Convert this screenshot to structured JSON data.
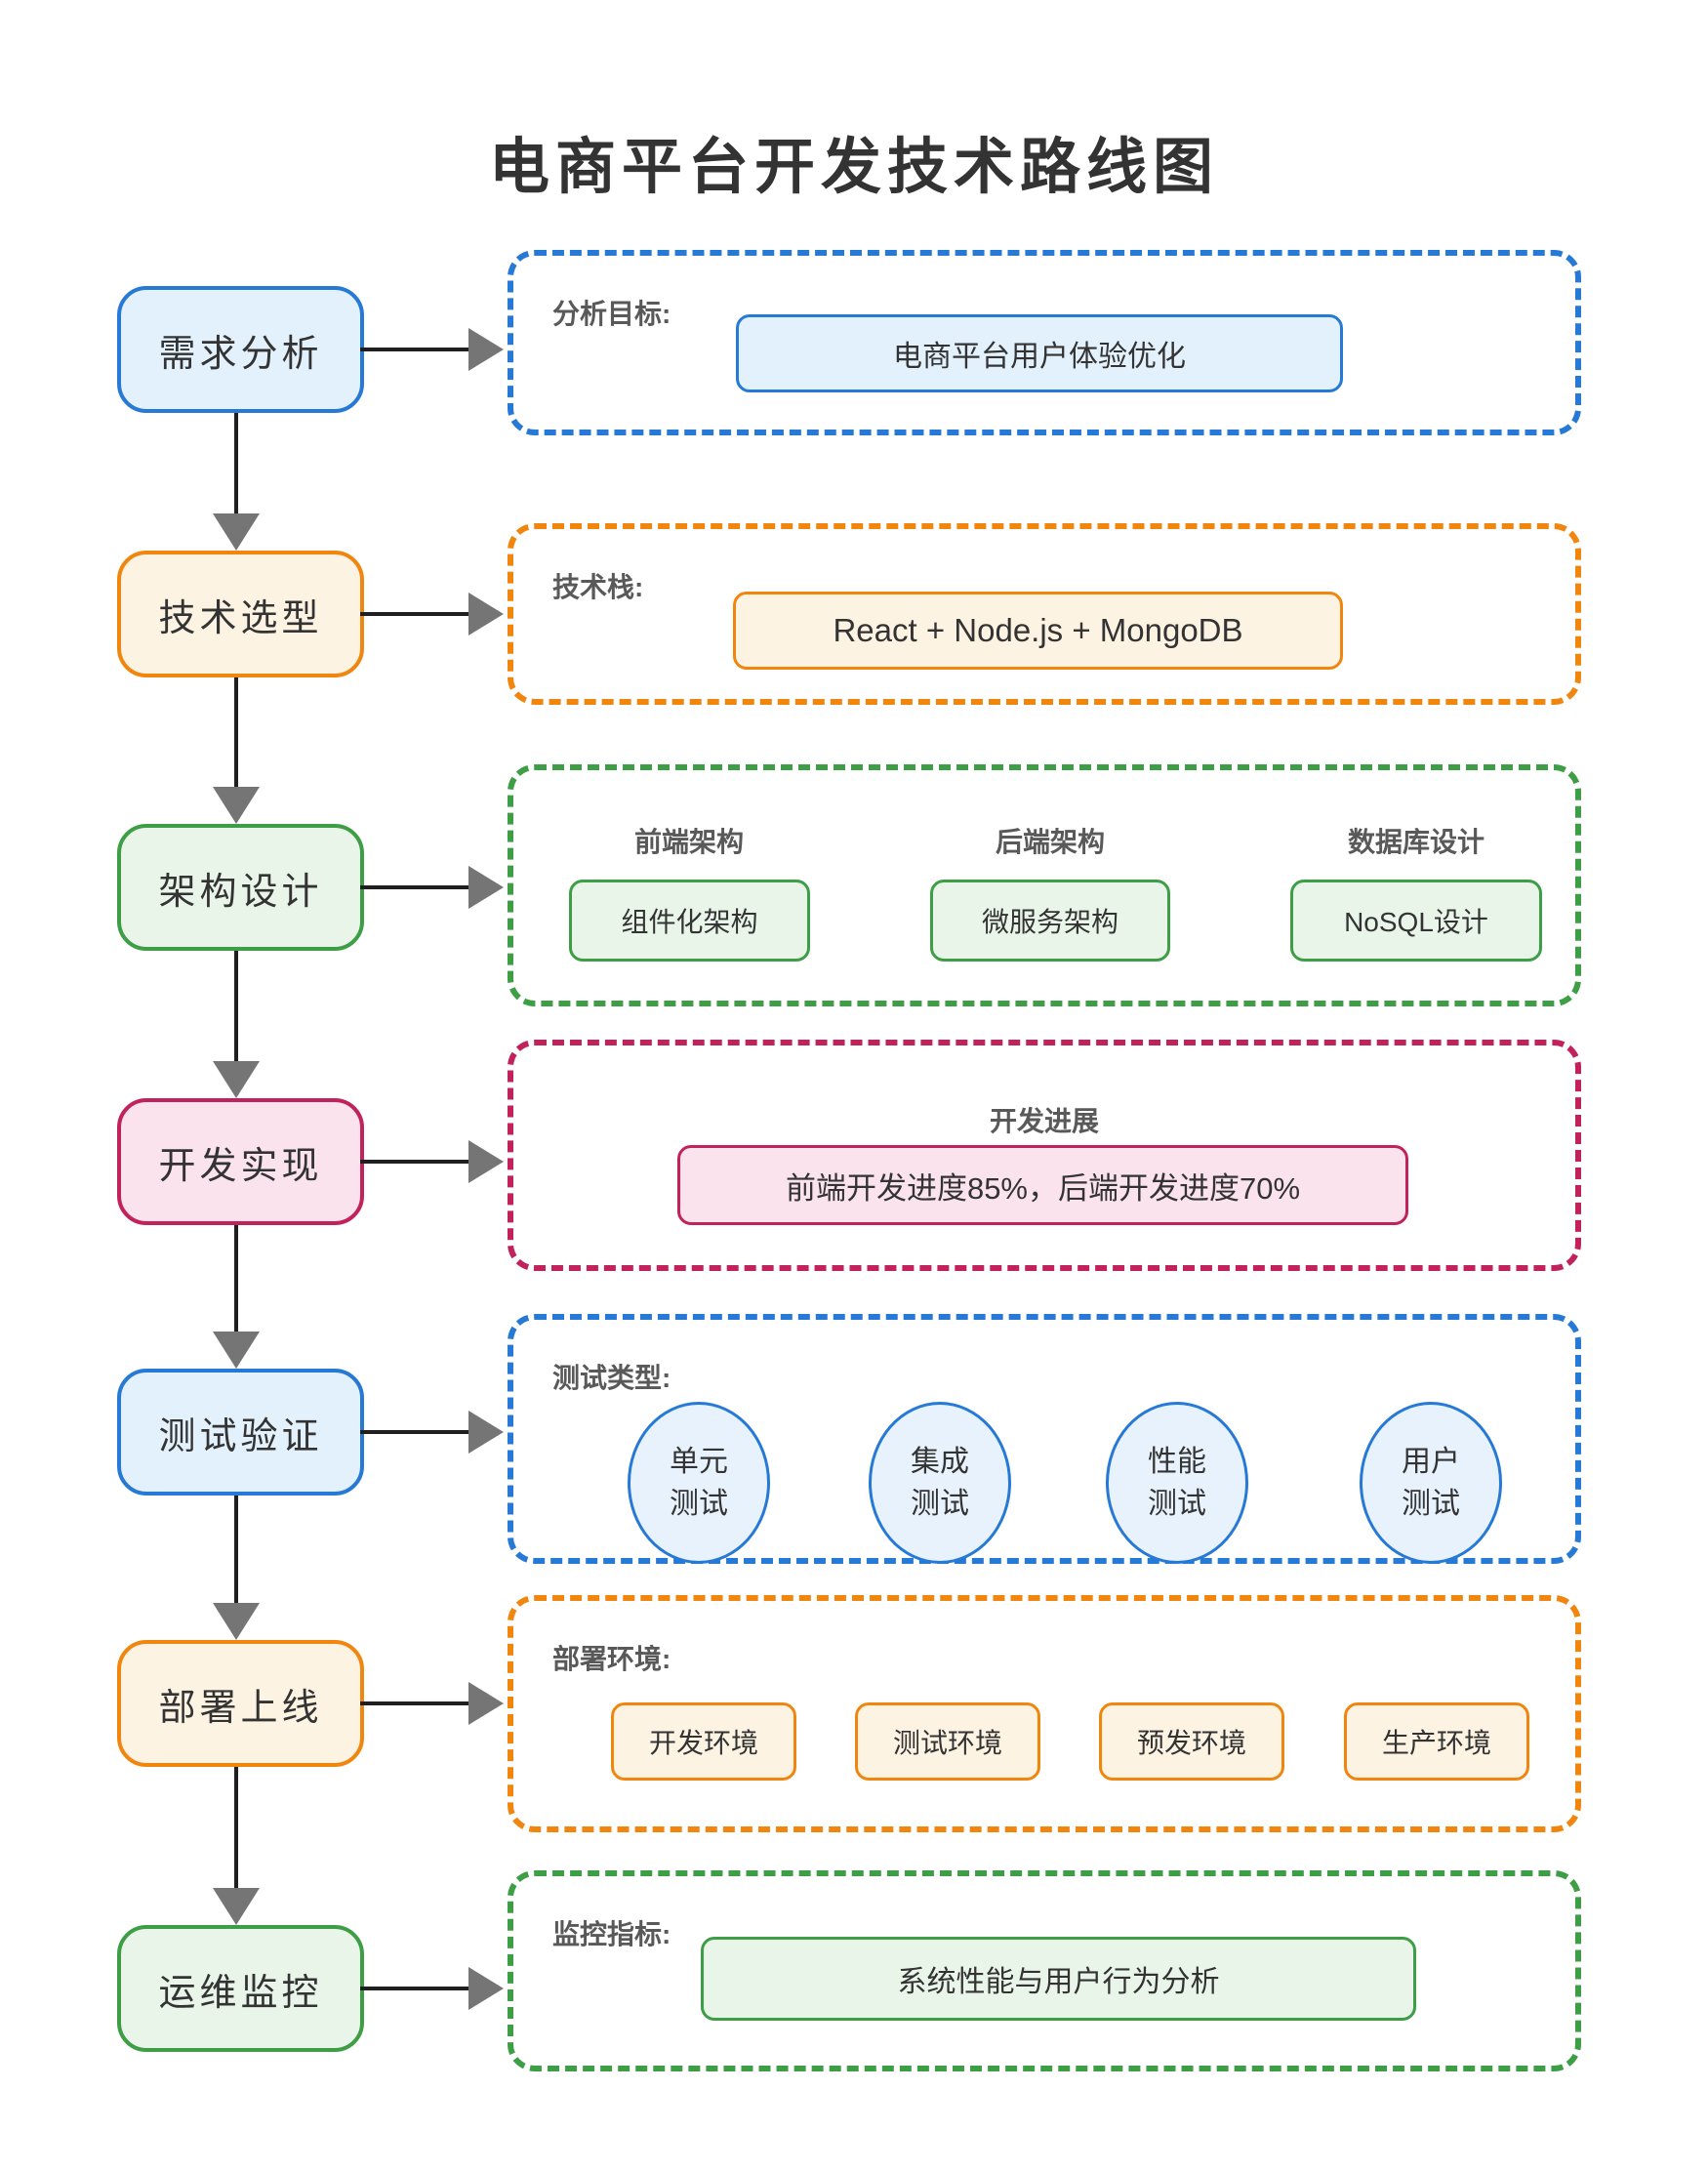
{
  "title": "电商平台开发技术路线图",
  "colors": {
    "blue": "#2779d6",
    "blue_fill": "#e3f1fc",
    "orange": "#f1860f",
    "orange_fill": "#fdf3e3",
    "green": "#3d9e46",
    "green_fill": "#eaf5ea",
    "pink": "#c2225c",
    "pink_fill": "#fae3ed",
    "arrow_line": "#1f1f1f",
    "arrow_head": "#757575",
    "heading_text": "#333333",
    "label_text": "#595959"
  },
  "stages": [
    {
      "label": "需求分析",
      "color": "blue"
    },
    {
      "label": "技术选型",
      "color": "orange"
    },
    {
      "label": "架构设计",
      "color": "green"
    },
    {
      "label": "开发实现",
      "color": "pink"
    },
    {
      "label": "测试验证",
      "color": "blue"
    },
    {
      "label": "部署上线",
      "color": "orange"
    },
    {
      "label": "运维监控",
      "color": "green"
    }
  ],
  "panels": {
    "analysis": {
      "label": "分析目标:",
      "item": "电商平台用户体验优化"
    },
    "tech_stack": {
      "label": "技术栈:",
      "item": "React + Node.js + MongoDB"
    },
    "architecture": {
      "columns": [
        {
          "header": "前端架构",
          "item": "组件化架构"
        },
        {
          "header": "后端架构",
          "item": "微服务架构"
        },
        {
          "header": "数据库设计",
          "item": "NoSQL设计"
        }
      ]
    },
    "development": {
      "header": "开发进展",
      "item": "前端开发进度85%，后端开发进度70%"
    },
    "testing": {
      "label": "测试类型:",
      "circles": [
        {
          "line1": "单元",
          "line2": "测试"
        },
        {
          "line1": "集成",
          "line2": "测试"
        },
        {
          "line1": "性能",
          "line2": "测试"
        },
        {
          "line1": "用户",
          "line2": "测试"
        }
      ]
    },
    "deployment": {
      "label": "部署环境:",
      "items": [
        "开发环境",
        "测试环境",
        "预发环境",
        "生产环境"
      ]
    },
    "monitoring": {
      "label": "监控指标:",
      "item": "系统性能与用户行为分析"
    }
  }
}
